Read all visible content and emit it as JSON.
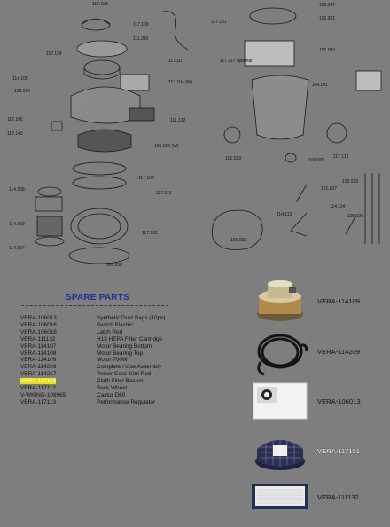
{
  "diagram_labels": [
    {
      "id": "l1",
      "text": "117.108"
    },
    {
      "id": "l2",
      "text": "117.109"
    },
    {
      "id": "l3",
      "text": "111.310"
    },
    {
      "id": "l4",
      "text": "117.124"
    },
    {
      "id": "l5",
      "text": "117.107"
    },
    {
      "id": "l6",
      "text": "114.105"
    },
    {
      "id": "l7",
      "text": "106.016"
    },
    {
      "id": "l8",
      "text": "117.104 (W)"
    },
    {
      "id": "l9",
      "text": "117.105"
    },
    {
      "id": "l10",
      "text": "111.132"
    },
    {
      "id": "l11",
      "text": "117.140"
    },
    {
      "id": "l12",
      "text": "106.016 (W)"
    },
    {
      "id": "l13",
      "text": "117.103"
    },
    {
      "id": "l14",
      "text": "114.108"
    },
    {
      "id": "l15",
      "text": "117.113"
    },
    {
      "id": "l16",
      "text": "114.109"
    },
    {
      "id": "l17",
      "text": "117.102"
    },
    {
      "id": "l18",
      "text": "114.107"
    },
    {
      "id": "l19",
      "text": "106.018"
    },
    {
      "id": "l20",
      "text": "117.101"
    },
    {
      "id": "l21",
      "text": "106.047"
    },
    {
      "id": "l22",
      "text": "106.061"
    },
    {
      "id": "l23",
      "text": "117.117 optional"
    },
    {
      "id": "l24",
      "text": "101.093"
    },
    {
      "id": "l25",
      "text": "114.101"
    },
    {
      "id": "l26",
      "text": "101.029"
    },
    {
      "id": "l27",
      "text": "109.065"
    },
    {
      "id": "l28",
      "text": "117.112"
    },
    {
      "id": "l29",
      "text": "106.029"
    },
    {
      "id": "l30",
      "text": "101.027"
    },
    {
      "id": "l31",
      "text": "114.113"
    },
    {
      "id": "l32",
      "text": "114.114"
    },
    {
      "id": "l33",
      "text": "106.033"
    },
    {
      "id": "l34",
      "text": "106.029"
    }
  ],
  "spare_parts": {
    "title": "SPARE PARTS",
    "items": [
      {
        "code": "VERA-106013",
        "desc": "Synthetic Dust Bags (10pk)"
      },
      {
        "code": "VERA-106016",
        "desc": "Switch Electric"
      },
      {
        "code": "VERA-106018",
        "desc": "Latch Red"
      },
      {
        "code": "VERA-111132",
        "desc": "H13 HEPA Filter Cartridge"
      },
      {
        "code": "VERA-114107",
        "desc": "Motor Bearing Bottom"
      },
      {
        "code": "VERA-114108",
        "desc": "Motor Bearing Top"
      },
      {
        "code": "VERA-114109",
        "desc": "Motor 700W"
      },
      {
        "code": "VERA-114209",
        "desc": "Complete Hose Assembly"
      },
      {
        "code": "VERA-114217",
        "desc": "Power Cord 10m Red"
      },
      {
        "code": "VERA-117101",
        "desc": "Cloth Filter Basket",
        "highlight": true
      },
      {
        "code": "VERA-117112",
        "desc": "Back Wheel"
      },
      {
        "code": "V-WKING-109065",
        "desc": "Castor D60"
      },
      {
        "code": "VERA-117113",
        "desc": "Performance Regulator"
      }
    ]
  },
  "photos": [
    {
      "name": "motor",
      "label": "VERA-114109"
    },
    {
      "name": "hose",
      "label": "VERA-114209"
    },
    {
      "name": "dust-bag",
      "label": "VERA-106013"
    },
    {
      "name": "filter-basket",
      "label": "VERA-117101",
      "highlight": true
    },
    {
      "name": "hepa-filter",
      "label": "VERA-111132"
    }
  ]
}
